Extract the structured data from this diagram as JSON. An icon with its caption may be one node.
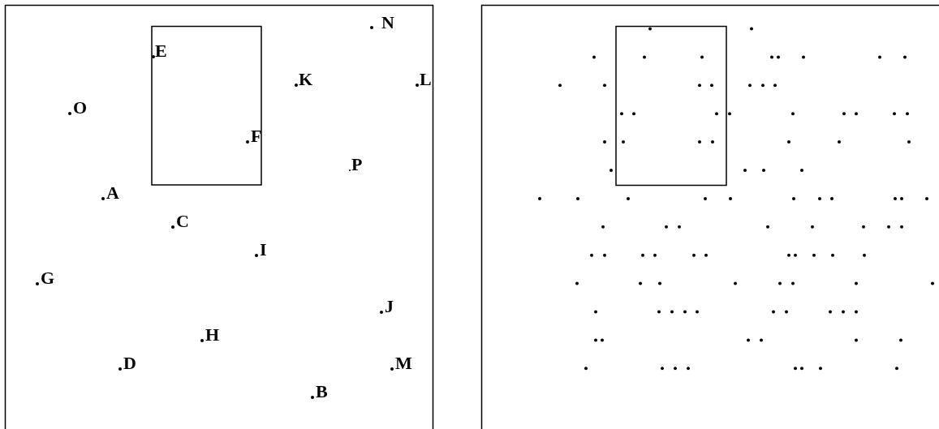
{
  "diagram": {
    "labels": [
      "N",
      "E",
      "K",
      "L",
      "O",
      "F",
      "P",
      "A",
      "C",
      "I",
      "G",
      "J",
      "H",
      "D",
      "M",
      "B"
    ]
  }
}
